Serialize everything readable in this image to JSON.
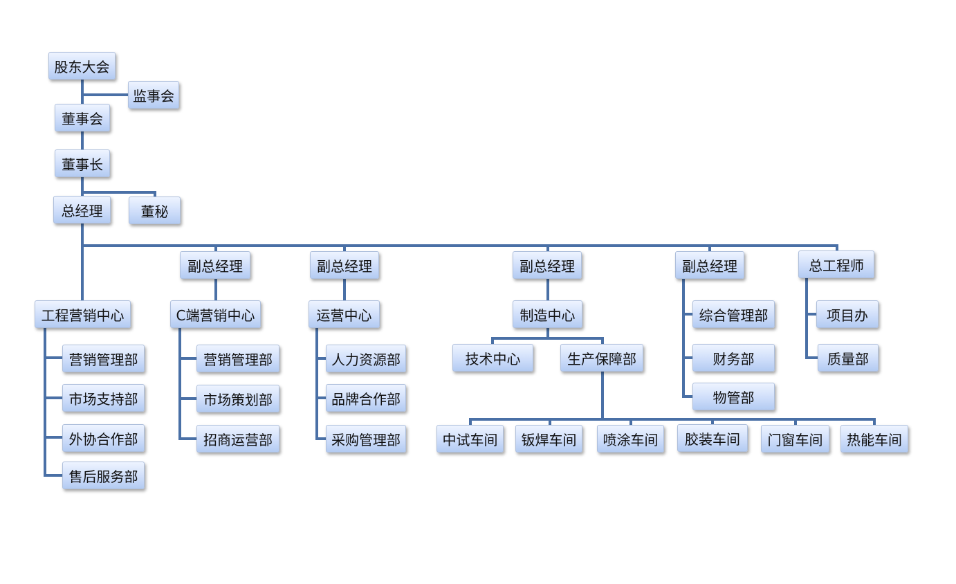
{
  "colors": {
    "connector": "#4a70a6"
  },
  "nodes": {
    "shareholders": "股东大会",
    "supervisors": "监事会",
    "board": "董事会",
    "chairman": "董事长",
    "gm": "总经理",
    "board_secretary": "董秘",
    "vp1": "副总经理",
    "vp2": "副总经理",
    "vp3": "副总经理",
    "vp4": "副总经理",
    "chief_engineer": "总工程师",
    "eng_marketing_center": "工程营销中心",
    "c_marketing_center": "C端营销中心",
    "operation_center": "运营中心",
    "manufacturing_center": "制造中心",
    "em_marketing_mgmt": "营销管理部",
    "em_market_support": "市场支持部",
    "em_outsourcing": "外协合作部",
    "em_after_sales": "售后服务部",
    "cm_marketing_mgmt": "营销管理部",
    "cm_market_planning": "市场策划部",
    "cm_franchise_ops": "招商运营部",
    "op_hr": "人力资源部",
    "op_brand_coop": "品牌合作部",
    "op_purchasing": "采购管理部",
    "tech_center": "技术中心",
    "production_support": "生产保障部",
    "ws_pilot": "中试车间",
    "ws_sheet_weld": "钣焊车间",
    "ws_spray": "喷涂车间",
    "ws_glue": "胶装车间",
    "ws_door_window": "门窗车间",
    "ws_thermal": "热能车间",
    "general_mgmt": "综合管理部",
    "finance": "财务部",
    "materials": "物管部",
    "project_office": "项目办",
    "quality": "质量部"
  }
}
